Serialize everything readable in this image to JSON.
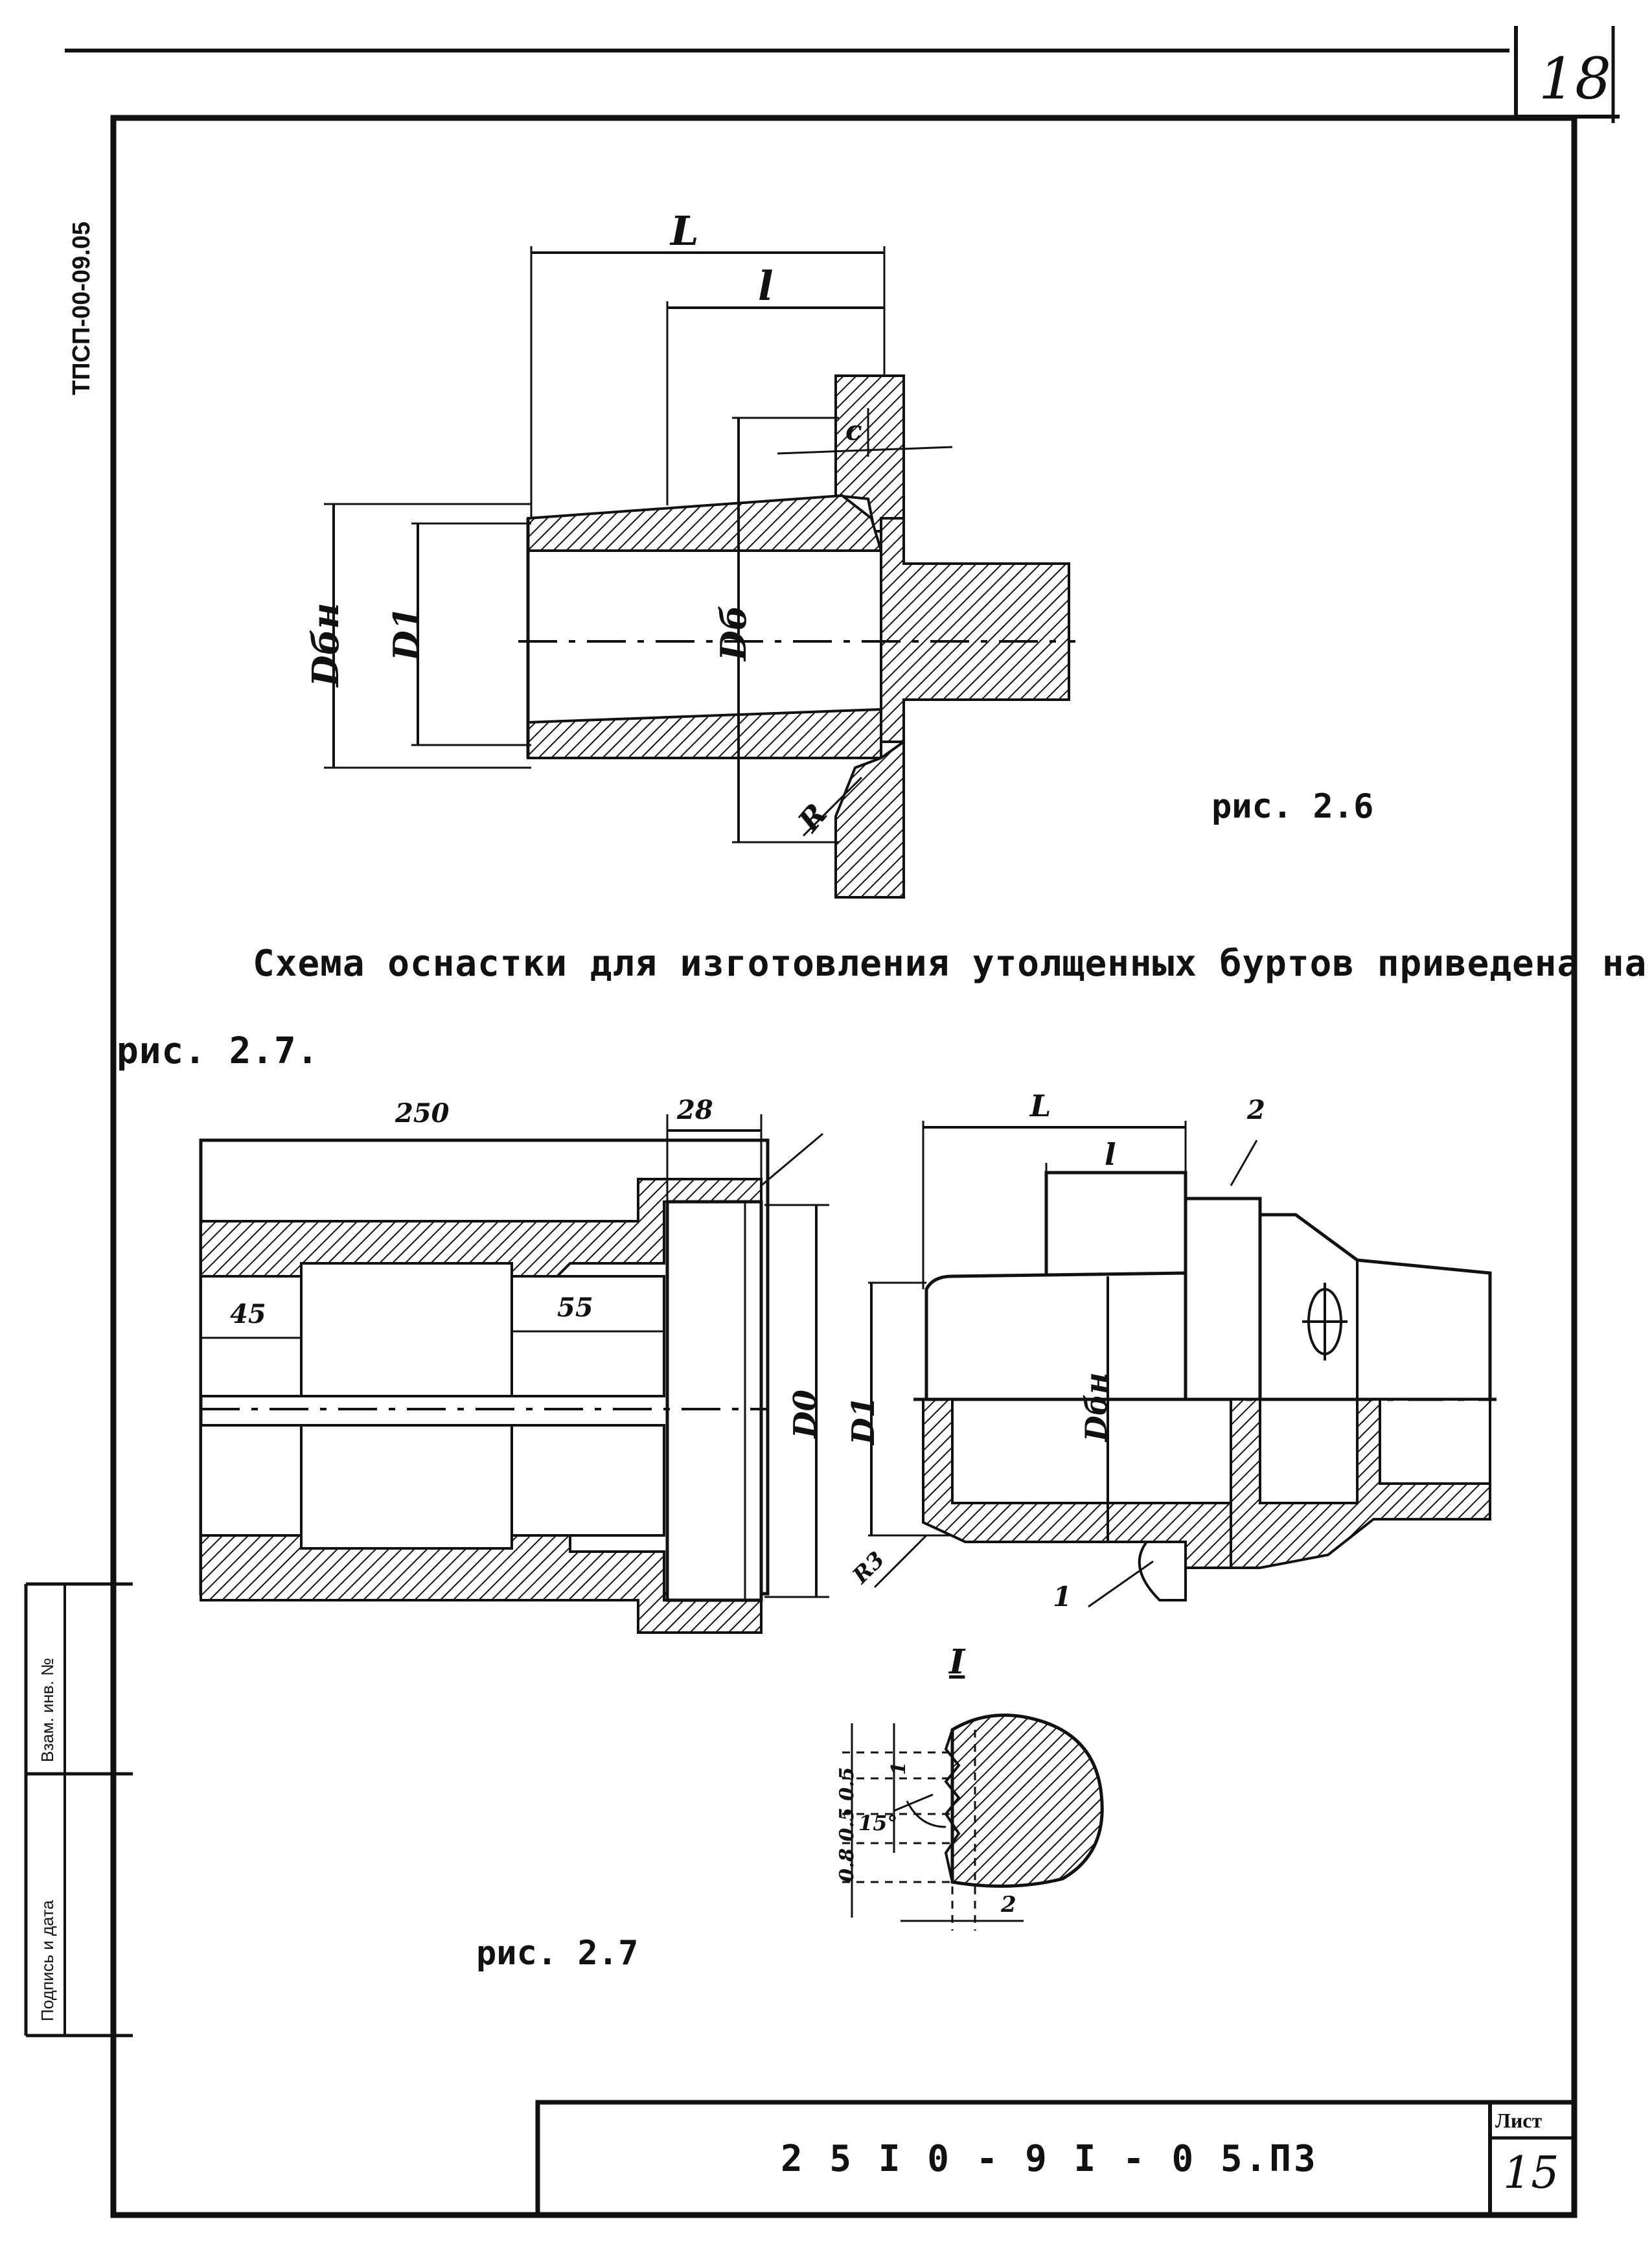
{
  "sheet_number_top": "18",
  "document_code_side": "ТПСП-00-09.05",
  "figure_2_6": {
    "caption": "рис. 2.6",
    "dim_L": "L",
    "dim_l": "l",
    "dim_c": "c",
    "dim_Dbn": "Dбн",
    "dim_D1": "D1",
    "dim_Db": "Dб",
    "dim_R": "R"
  },
  "paragraph": {
    "line1": "Схема оснастки для изготовления утолщенных буртов приведена на",
    "line2": "рис. 2.7."
  },
  "figure_2_7": {
    "caption": "рис. 2.7",
    "dim_250": "250",
    "dim_28": "28",
    "dim_45": "45",
    "dim_55": "55",
    "dim_D0": "D0",
    "dim_L": "L",
    "dim_l": "l",
    "dim_D1": "D1",
    "dim_Dbn": "Dбн",
    "dim_R3": "R3",
    "leader_1": "1",
    "leader_2": "2",
    "detail_label": "I",
    "detail_dims_left": "0.8 0.5 0.5",
    "detail_dim_1": "1",
    "detail_angle": "15°",
    "detail_dim_2": "2"
  },
  "title_block": {
    "code": "2 5 I 0 - 9 I - 0 5.ПЗ",
    "sheet_label": "Лист",
    "sheet_number": "15"
  },
  "side_stamp": {
    "field_1": "Взам. инв. №",
    "field_2": "Подпись и дата"
  }
}
